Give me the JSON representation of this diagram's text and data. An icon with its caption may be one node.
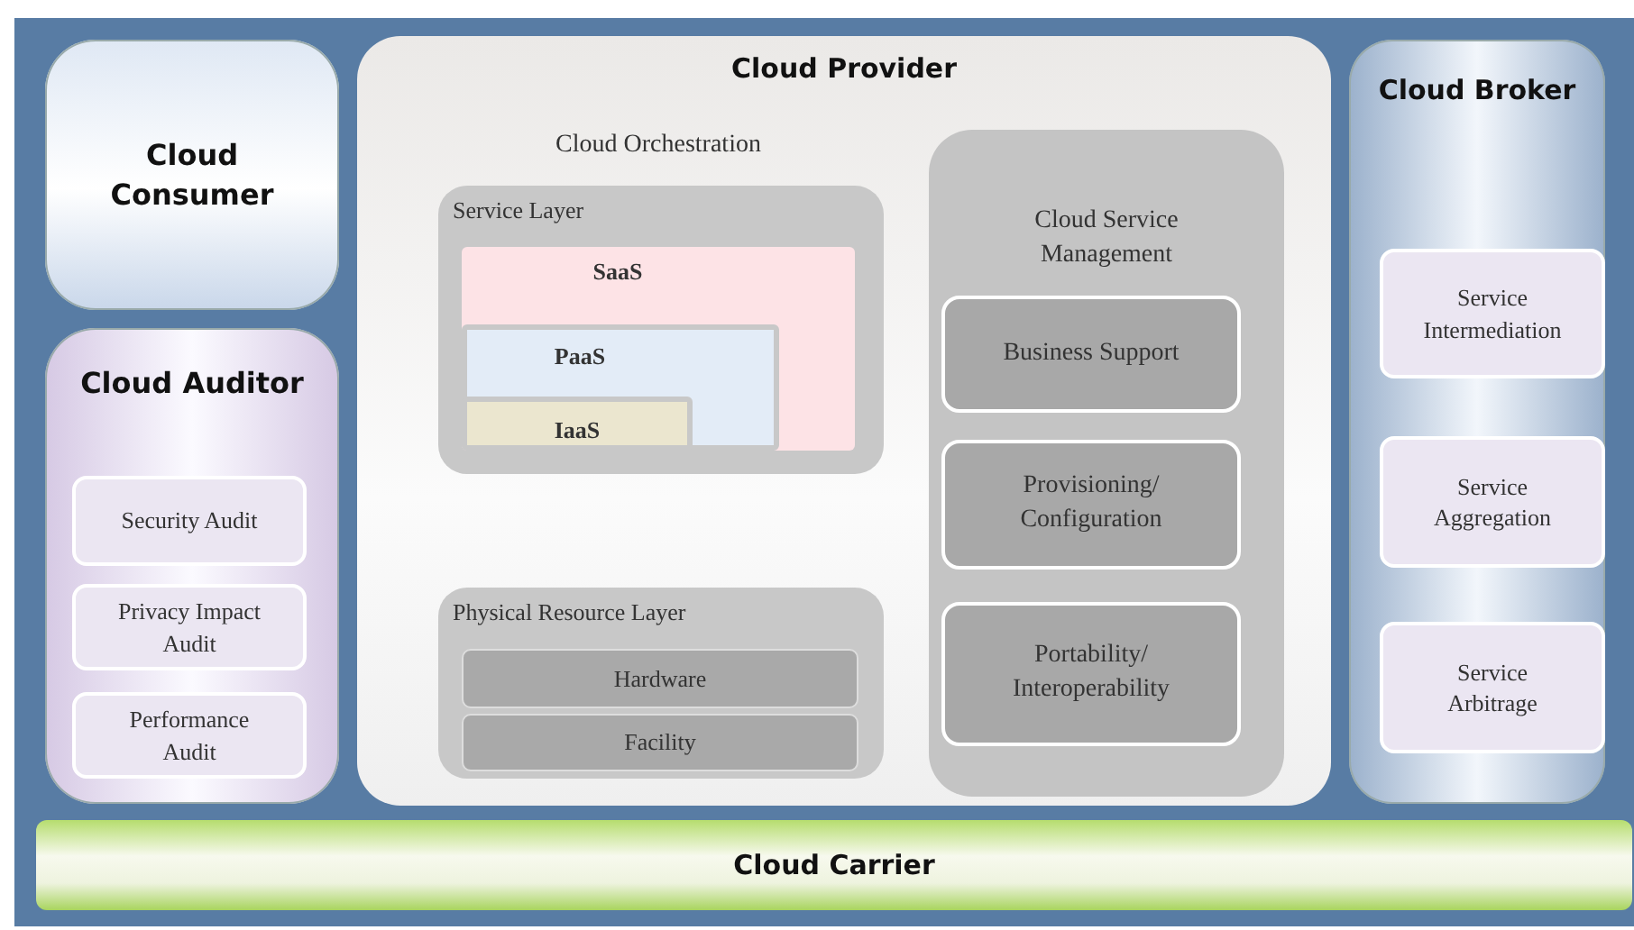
{
  "diagram": {
    "nodes": [
      {
        "text": [
          "Cloud Consumer"
        ]
      },
      {
        "text": [
          "Cloud Auditor"
        ]
      },
      {
        "text": [
          "Security Audit"
        ],
        "in": 1
      },
      {
        "text": [
          "Privacy Impact Audit"
        ],
        "in": 1
      },
      {
        "text": [
          "Performance Audit"
        ],
        "in": 1
      },
      {
        "text": [
          "Cloud Provider",
          "Cloud Orchestration"
        ]
      },
      {
        "text": [
          "Service Layer"
        ],
        "in": 5
      },
      {
        "text": [
          "SaaS"
        ],
        "in": 6
      },
      {
        "text": [
          "PaaS"
        ],
        "in": 7
      },
      {
        "text": [
          "IaaS"
        ],
        "in": 8
      },
      {
        "text": [
          "Physical Resource Layer"
        ],
        "in": 5
      },
      {
        "text": [
          "Hardware"
        ],
        "in": 10
      },
      {
        "text": [
          "Facility"
        ],
        "in": 10
      },
      {
        "text": [
          "Cloud Service Management"
        ],
        "in": 5
      },
      {
        "text": [
          "Business Support"
        ],
        "in": 13
      },
      {
        "text": [
          "Provisioning/ Configuration"
        ],
        "in": 13
      },
      {
        "text": [
          "Portability/ Interoperability"
        ],
        "in": 13
      },
      {
        "text": [
          "Cloud Broker"
        ]
      },
      {
        "text": [
          "Service Intermediation"
        ],
        "in": 17
      },
      {
        "text": [
          "Service Aggregation"
        ],
        "in": 17
      },
      {
        "text": [
          "Service Arbitrage"
        ],
        "in": 17
      },
      {
        "text": [
          "Cloud Carrier"
        ]
      }
    ],
    "edges": []
  }
}
